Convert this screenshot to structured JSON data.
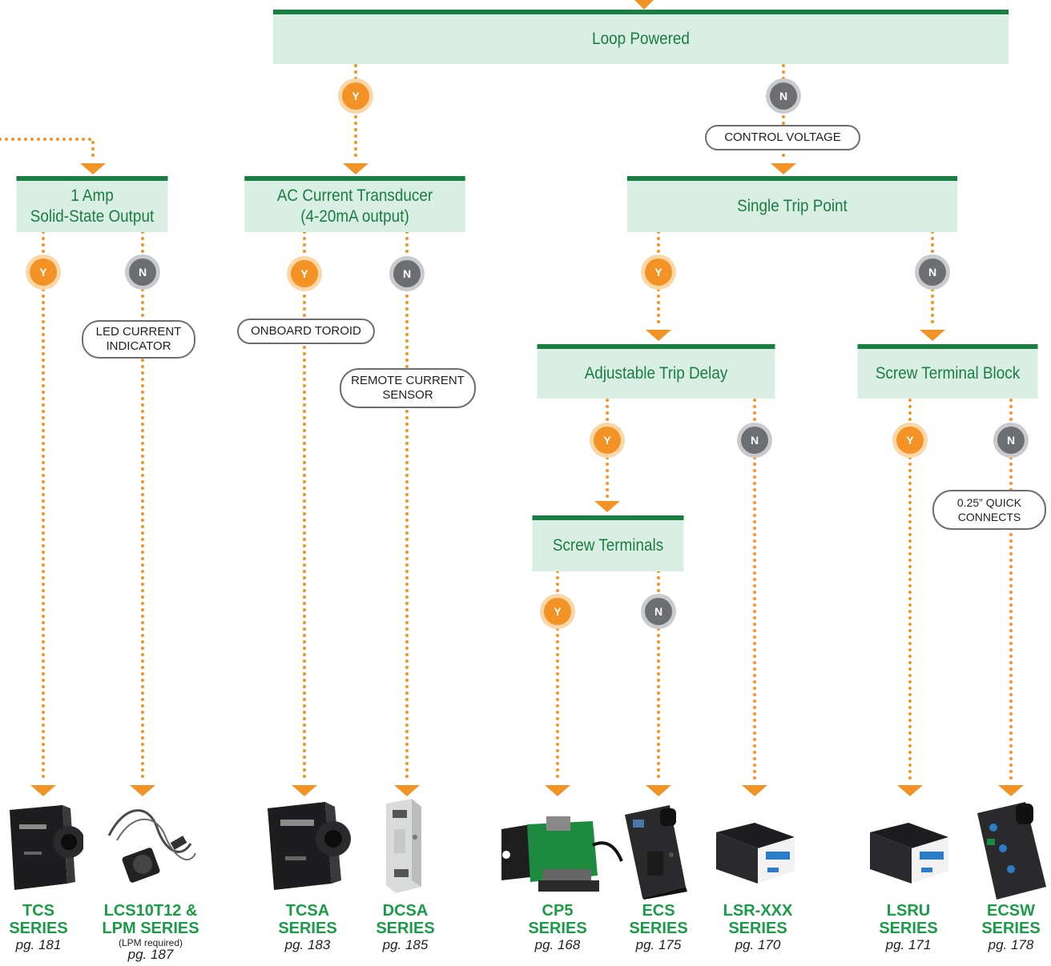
{
  "colors": {
    "green": "#1b7d43",
    "box_fill": "#d9efe4",
    "orange": "#f39325",
    "gray": "#6d6e71",
    "product_green": "#1b9b48"
  },
  "boxes": {
    "loop_powered": "Loop Powered",
    "one_amp": "1 Amp\nSolid-State Output",
    "ac_transducer": "AC Current Transducer\n(4-20mA output)",
    "single_trip": "Single Trip Point",
    "adjustable_delay": "Adjustable Trip Delay",
    "screw_block": "Screw Terminal Block",
    "screw_terminals": "Screw Terminals"
  },
  "badges": {
    "yes": "Y",
    "no": "N"
  },
  "pills": {
    "control_voltage": "CONTROL VOLTAGE",
    "led_indicator": "LED CURRENT\nINDICATOR",
    "onboard_toroid": "ONBOARD TOROID",
    "remote_sensor": "REMOTE CURRENT\nSENSOR",
    "quick_connects": "0.25” QUICK\nCONNECTS"
  },
  "products": [
    {
      "name": "TCS\nSERIES",
      "note": "",
      "page": "pg. 181",
      "image": "current-sensor-photo"
    },
    {
      "name": "LCS10T12 &\nLPM SERIES",
      "note": "(LPM required)",
      "page": "pg. 187",
      "image": "sensor-cable-photo"
    },
    {
      "name": "TCSA\nSERIES",
      "note": "",
      "page": "pg. 183",
      "image": "transducer-photo"
    },
    {
      "name": "DCSA\nSERIES",
      "note": "",
      "page": "pg. 185",
      "image": "din-rail-module-photo"
    },
    {
      "name": "CP5\nSERIES",
      "note": "",
      "page": "pg. 168",
      "image": "circuit-board-photo"
    },
    {
      "name": "ECS\nSERIES",
      "note": "",
      "page": "pg. 175",
      "image": "ecs-sensor-photo"
    },
    {
      "name": "LSR-XXX\nSERIES",
      "note": "",
      "page": "pg. 170",
      "image": "relay-block-photo"
    },
    {
      "name": "LSRU\nSERIES",
      "note": "",
      "page": "pg. 171",
      "image": "relay-block-photo"
    },
    {
      "name": "ECSW\nSERIES",
      "note": "",
      "page": "pg. 178",
      "image": "ecsw-sensor-photo"
    }
  ]
}
